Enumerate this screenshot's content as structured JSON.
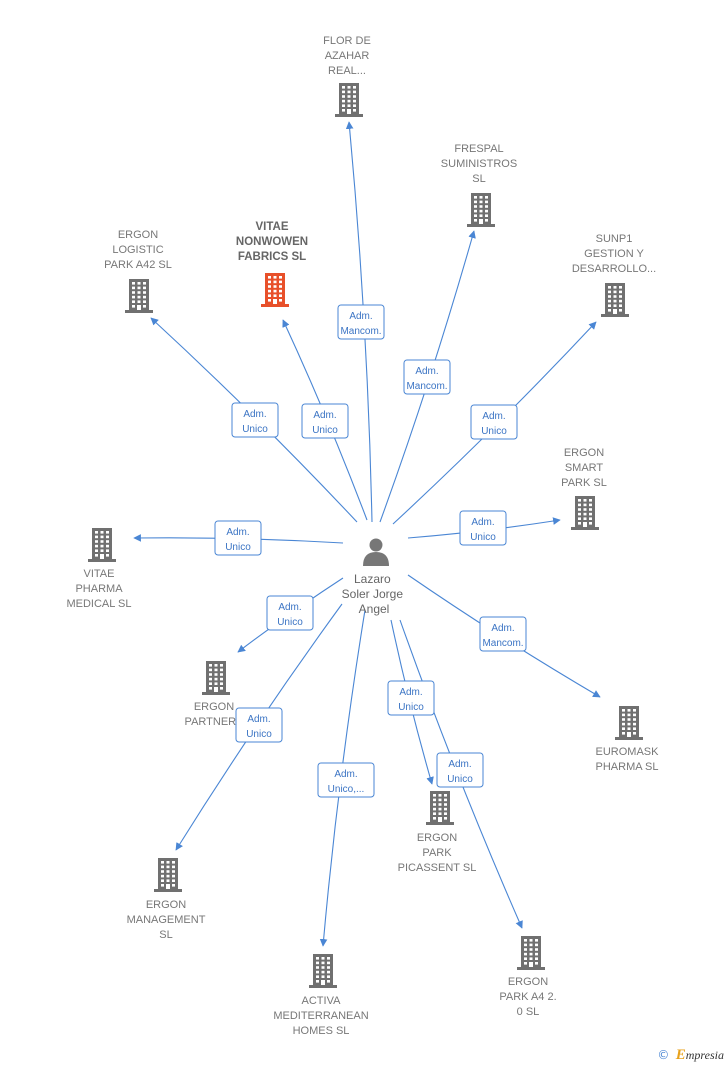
{
  "center": {
    "name_lines": [
      "Lazaro",
      "Soler Jorge",
      "Angel"
    ],
    "icon": "person-icon"
  },
  "colors": {
    "edge": "#4a86d4",
    "building": "#707070",
    "building_highlight": "#e8502a",
    "text": "#777777"
  },
  "companies": [
    {
      "id": "flor",
      "lines": [
        "FLOR DE",
        "AZAHAR",
        "REAL..."
      ],
      "highlight": false,
      "role": [
        "Adm.",
        "Mancom."
      ]
    },
    {
      "id": "frespal",
      "lines": [
        "FRESPAL",
        "SUMINISTROS",
        "SL"
      ],
      "highlight": false,
      "role": [
        "Adm.",
        "Mancom."
      ]
    },
    {
      "id": "sunp1",
      "lines": [
        "SUNP1",
        "GESTION Y",
        "DESARROLLO..."
      ],
      "highlight": false,
      "role": [
        "Adm.",
        "Unico"
      ]
    },
    {
      "id": "ergon-logistic",
      "lines": [
        "ERGON",
        "LOGISTIC",
        "PARK A42  SL"
      ],
      "highlight": false,
      "role": [
        "Adm.",
        "Unico"
      ]
    },
    {
      "id": "vitae-nonwowen",
      "lines": [
        "VITAE",
        "NONWOWEN",
        "FABRICS  SL"
      ],
      "highlight": true,
      "role": [
        "Adm.",
        "Unico"
      ]
    },
    {
      "id": "ergon-smart",
      "lines": [
        "ERGON",
        "SMART",
        "PARK  SL"
      ],
      "highlight": false,
      "role": [
        "Adm.",
        "Unico"
      ]
    },
    {
      "id": "vitae-pharma",
      "lines": [
        "VITAE",
        "PHARMA",
        "MEDICAL  SL"
      ],
      "highlight": false,
      "role": [
        "Adm.",
        "Unico"
      ]
    },
    {
      "id": "ergon-partners",
      "lines": [
        "ERGON",
        "PARTNERS"
      ],
      "highlight": false,
      "role": [
        "Adm.",
        "Unico"
      ]
    },
    {
      "id": "euromask",
      "lines": [
        "EUROMASK",
        "PHARMA  SL"
      ],
      "highlight": false,
      "role": [
        "Adm.",
        "Mancom."
      ]
    },
    {
      "id": "ergon-picassent",
      "lines": [
        "ERGON",
        "PARK",
        "PICASSENT  SL"
      ],
      "highlight": false,
      "role": [
        "Adm.",
        "Unico"
      ]
    },
    {
      "id": "ergon-management",
      "lines": [
        "ERGON",
        "MANAGEMENT",
        "SL"
      ],
      "highlight": false,
      "role": [
        "Adm.",
        "Unico"
      ]
    },
    {
      "id": "ergon-park-a4",
      "lines": [
        "ERGON",
        "PARK A4 2.",
        "0  SL"
      ],
      "highlight": false,
      "role": [
        "Adm.",
        "Unico"
      ]
    },
    {
      "id": "activa",
      "lines": [
        "ACTIVA",
        "MEDITERRANEAN",
        "HOMES SL"
      ],
      "highlight": false,
      "role": [
        "Adm.",
        "Unico,..."
      ]
    }
  ],
  "footer": {
    "copyright": "©",
    "brand_initial": "E",
    "brand_rest": "mpresia"
  }
}
